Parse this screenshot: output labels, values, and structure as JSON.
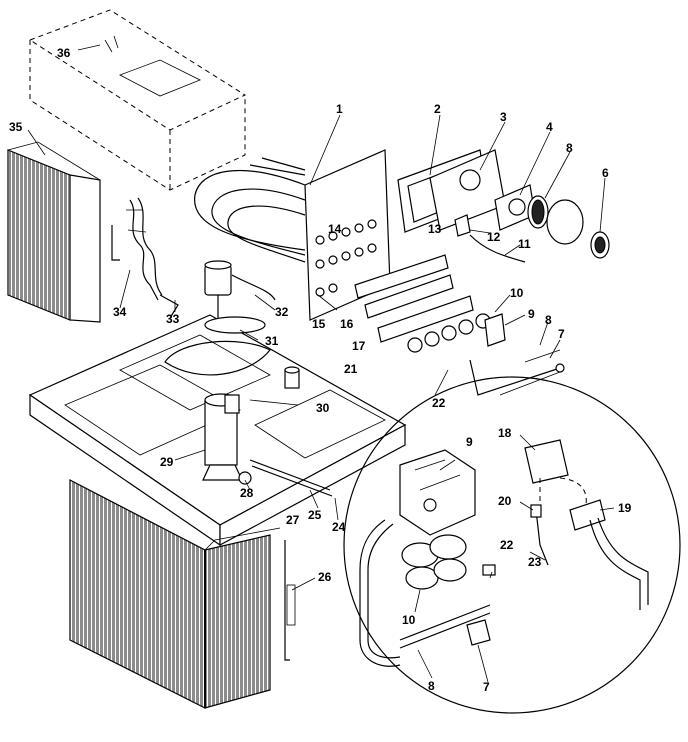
{
  "callouts": [
    {
      "id": "c36a",
      "label": "36"
    },
    {
      "id": "c35",
      "label": "35"
    },
    {
      "id": "c1",
      "label": "1"
    },
    {
      "id": "c2",
      "label": "2"
    },
    {
      "id": "c3",
      "label": "3"
    },
    {
      "id": "c4",
      "label": "4"
    },
    {
      "id": "c8a",
      "label": "8"
    },
    {
      "id": "c6",
      "label": "6"
    },
    {
      "id": "c14",
      "label": "14"
    },
    {
      "id": "c13",
      "label": "13"
    },
    {
      "id": "c12",
      "label": "12"
    },
    {
      "id": "c11",
      "label": "11"
    },
    {
      "id": "c34",
      "label": "34"
    },
    {
      "id": "c32",
      "label": "32"
    },
    {
      "id": "c15",
      "label": "15"
    },
    {
      "id": "c16",
      "label": "16"
    },
    {
      "id": "c10a",
      "label": "10"
    },
    {
      "id": "c9a",
      "label": "9"
    },
    {
      "id": "c8b",
      "label": "8"
    },
    {
      "id": "c7a",
      "label": "7"
    },
    {
      "id": "c33",
      "label": "33"
    },
    {
      "id": "c31",
      "label": "31"
    },
    {
      "id": "c17",
      "label": "17"
    },
    {
      "id": "c21",
      "label": "21"
    },
    {
      "id": "c22a",
      "label": "22"
    },
    {
      "id": "c30",
      "label": "30"
    },
    {
      "id": "c9b",
      "label": "9"
    },
    {
      "id": "c18",
      "label": "18"
    },
    {
      "id": "c29",
      "label": "29"
    },
    {
      "id": "c28",
      "label": "28"
    },
    {
      "id": "c20",
      "label": "20"
    },
    {
      "id": "c19",
      "label": "19"
    },
    {
      "id": "c27",
      "label": "27"
    },
    {
      "id": "c25",
      "label": "25"
    },
    {
      "id": "c24",
      "label": "24"
    },
    {
      "id": "c22b",
      "label": "22"
    },
    {
      "id": "c23",
      "label": "23"
    },
    {
      "id": "c26",
      "label": "26"
    },
    {
      "id": "c10b",
      "label": "10"
    },
    {
      "id": "c8c",
      "label": "8"
    },
    {
      "id": "c7b",
      "label": "7"
    }
  ]
}
